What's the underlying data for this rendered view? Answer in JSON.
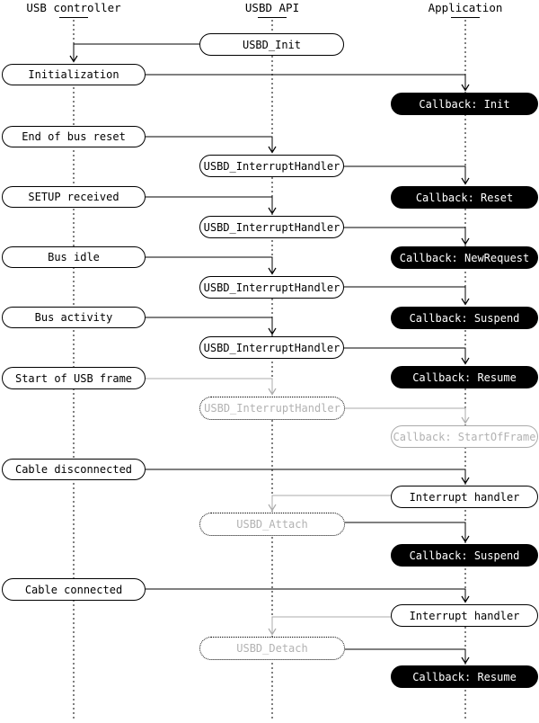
{
  "diagram": {
    "type": "sequence-flow",
    "background": "#ffffff",
    "colors": {
      "active": "#000000",
      "inactive_line": "#ababab",
      "inactive_text": "#b2b2b2",
      "callback_bg": "#000000",
      "callback_text": "#ffffff"
    }
  },
  "lanes": [
    {
      "title": "USB controller"
    },
    {
      "title": "USBD API"
    },
    {
      "title": "Application"
    }
  ],
  "nodes": [
    {
      "label": "USBD_Init",
      "lane": "USBD API",
      "kind": "api-call",
      "state": "active"
    },
    {
      "label": "Initialization",
      "lane": "USB controller",
      "kind": "event",
      "state": "active"
    },
    {
      "label": "Callback: Init",
      "lane": "Application",
      "kind": "callback",
      "state": "active"
    },
    {
      "label": "End of bus reset",
      "lane": "USB controller",
      "kind": "event",
      "state": "active"
    },
    {
      "label": "USBD_InterruptHandler",
      "lane": "USBD API",
      "kind": "api-call",
      "state": "active"
    },
    {
      "label": "SETUP received",
      "lane": "USB controller",
      "kind": "event",
      "state": "active"
    },
    {
      "label": "Callback: Reset",
      "lane": "Application",
      "kind": "callback",
      "state": "active"
    },
    {
      "label": "USBD_InterruptHandler",
      "lane": "USBD API",
      "kind": "api-call",
      "state": "active"
    },
    {
      "label": "Bus idle",
      "lane": "USB controller",
      "kind": "event",
      "state": "active"
    },
    {
      "label": "Callback: NewRequest",
      "lane": "Application",
      "kind": "callback",
      "state": "active"
    },
    {
      "label": "USBD_InterruptHandler",
      "lane": "USBD API",
      "kind": "api-call",
      "state": "active"
    },
    {
      "label": "Bus activity",
      "lane": "USB controller",
      "kind": "event",
      "state": "active"
    },
    {
      "label": "Callback: Suspend",
      "lane": "Application",
      "kind": "callback",
      "state": "active"
    },
    {
      "label": "USBD_InterruptHandler",
      "lane": "USBD API",
      "kind": "api-call",
      "state": "active"
    },
    {
      "label": "Start of USB frame",
      "lane": "USB controller",
      "kind": "event",
      "state": "active"
    },
    {
      "label": "Callback: Resume",
      "lane": "Application",
      "kind": "callback",
      "state": "active"
    },
    {
      "label": "USBD_InterruptHandler",
      "lane": "USBD API",
      "kind": "api-call",
      "state": "inactive"
    },
    {
      "label": "Callback: StartOfFrame",
      "lane": "Application",
      "kind": "callback",
      "state": "inactive"
    },
    {
      "label": "Cable disconnected",
      "lane": "USB controller",
      "kind": "event",
      "state": "active"
    },
    {
      "label": "Interrupt handler",
      "lane": "Application",
      "kind": "handler",
      "state": "active"
    },
    {
      "label": "USBD_Attach",
      "lane": "USBD API",
      "kind": "api-call",
      "state": "inactive"
    },
    {
      "label": "Callback: Suspend",
      "lane": "Application",
      "kind": "callback",
      "state": "active"
    },
    {
      "label": "Cable connected",
      "lane": "USB controller",
      "kind": "event",
      "state": "active"
    },
    {
      "label": "Interrupt handler",
      "lane": "Application",
      "kind": "handler",
      "state": "active"
    },
    {
      "label": "USBD_Detach",
      "lane": "USBD API",
      "kind": "api-call",
      "state": "inactive"
    },
    {
      "label": "Callback: Resume",
      "lane": "Application",
      "kind": "callback",
      "state": "active"
    }
  ],
  "flows": [
    {
      "from": "USBD_Init",
      "to": "Initialization",
      "state": "active"
    },
    {
      "from": "Initialization",
      "to": "Callback: Init",
      "state": "active"
    },
    {
      "from": "End of bus reset",
      "to": "USBD_InterruptHandler",
      "state": "active"
    },
    {
      "from": "USBD_InterruptHandler",
      "to": "Callback: Reset",
      "state": "active"
    },
    {
      "from": "SETUP received",
      "to": "USBD_InterruptHandler",
      "state": "active"
    },
    {
      "from": "USBD_InterruptHandler",
      "to": "Callback: NewRequest",
      "state": "active"
    },
    {
      "from": "Bus idle",
      "to": "USBD_InterruptHandler",
      "state": "active"
    },
    {
      "from": "USBD_InterruptHandler",
      "to": "Callback: Suspend",
      "state": "active"
    },
    {
      "from": "Bus activity",
      "to": "USBD_InterruptHandler",
      "state": "active"
    },
    {
      "from": "USBD_InterruptHandler",
      "to": "Callback: Resume",
      "state": "active"
    },
    {
      "from": "Start of USB frame",
      "to": "USBD_InterruptHandler",
      "state": "inactive"
    },
    {
      "from": "USBD_InterruptHandler",
      "to": "Callback: StartOfFrame",
      "state": "inactive"
    },
    {
      "from": "Cable disconnected",
      "to": "Interrupt handler",
      "state": "active"
    },
    {
      "from": "Interrupt handler",
      "to": "USBD_Attach",
      "state": "inactive"
    },
    {
      "from": "USBD_Attach",
      "to": "Callback: Suspend",
      "state": "active"
    },
    {
      "from": "Cable connected",
      "to": "Interrupt handler",
      "state": "active"
    },
    {
      "from": "Interrupt handler",
      "to": "USBD_Detach",
      "state": "inactive"
    },
    {
      "from": "USBD_Detach",
      "to": "Callback: Resume",
      "state": "active"
    }
  ]
}
